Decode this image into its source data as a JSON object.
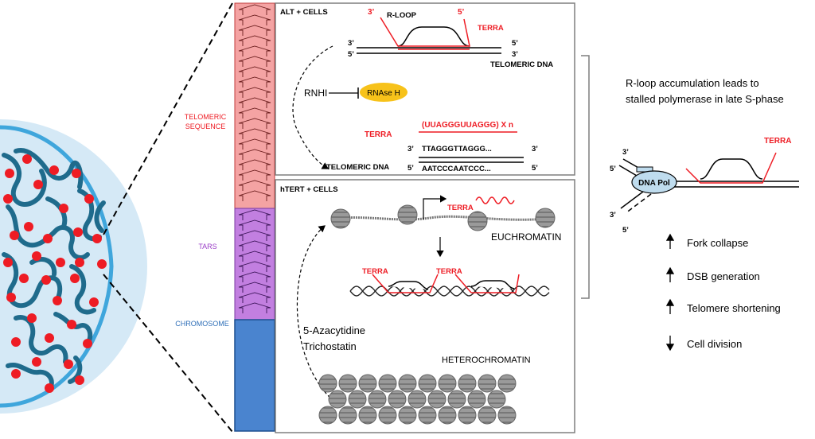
{
  "left_labels": {
    "telomeric_sequence_line1": "TELOMERIC",
    "telomeric_sequence_line2": "SEQUENCE",
    "tars": "TARS",
    "chromosome": "CHROMOSOME"
  },
  "alt_panel": {
    "header": "ALT + CELLS",
    "r_loop": "R-LOOP",
    "three_prime": "3’",
    "five_prime": "5’",
    "terra": "TERRA",
    "telomeric_dna": "TELOMERIC DNA",
    "rnhi": "RNHI",
    "rnase_h": "RNAse H",
    "terra_lower": "TERRA",
    "terra_sequence": "(UUAGGGUUAGGG) X n",
    "strand_top": "TTAGGGTTAGGG...",
    "strand_bottom": "AATCCCAATCCC...",
    "telomeric_dna_lower": "TELOMERIC DNA"
  },
  "htert_panel": {
    "header": "hTERT + CELLS",
    "terra": "TERRA",
    "euchromatin": "EUCHROMATIN",
    "terra_left": "TERRA",
    "terra_right": "TERRA",
    "drug1": "5-Azacytidine",
    "drug2": "Trichostatin",
    "heterochromatin": "HETEROCHROMATIN"
  },
  "right_panel": {
    "caption_line1": "R-loop accumulation leads to",
    "caption_line2": "stalled polymerase in late S-phase",
    "dna_pol": "DNA Pol",
    "terra": "TERRA",
    "three_prime_top": "3’",
    "five_prime_top": "5’",
    "three_prime_bottom": "3’",
    "five_prime_bottom": "5’",
    "effects": [
      {
        "direction": "up",
        "label": "Fork collapse"
      },
      {
        "direction": "up",
        "label": "DSB generation"
      },
      {
        "direction": "up",
        "label": "Telomere  shortening"
      },
      {
        "direction": "down",
        "label": "Cell division"
      }
    ]
  },
  "colors": {
    "telomere_red": "#f4a3a3",
    "tars_purple": "#c27fe0",
    "chromosome_blue": "#4a84cf",
    "nucleus_fill": "#d5e9f6",
    "nucleus_border": "#3fa6dc",
    "chromatin": "#1f6b8c",
    "telomere_dot": "#ee1c24",
    "rnase_yellow": "#f7c21a",
    "dnapol_fill": "#bfdcee",
    "accent_red": "#ee1c24"
  }
}
